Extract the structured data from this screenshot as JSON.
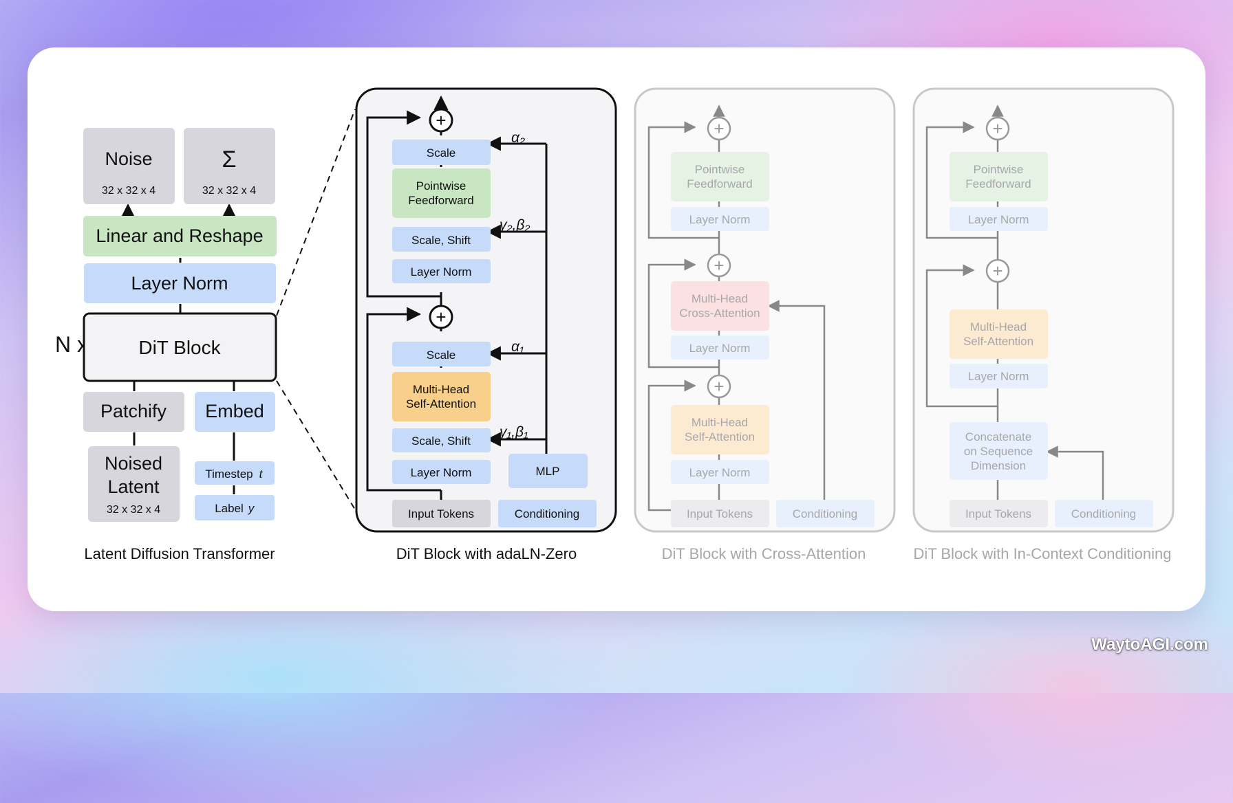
{
  "watermark": "WaytoAGI.com",
  "left_diagram": {
    "noise_label": "Noise",
    "noise_dims": "32 x 32 x 4",
    "sigma_label": "Σ",
    "sigma_dims": "32 x 32 x 4",
    "linear_reshape": "Linear and Reshape",
    "layer_norm": "Layer Norm",
    "repeat_label": "N x",
    "dit_block": "DiT Block",
    "patchify": "Patchify",
    "embed": "Embed",
    "noised_latent_line1": "Noised",
    "noised_latent_line2": "Latent",
    "noised_latent_dims": "32 x 32 x 4",
    "timestep": "Timestep",
    "timestep_var": "t",
    "label": "Label",
    "label_var": "y",
    "caption": "Latent Diffusion Transformer"
  },
  "adaln_block": {
    "scale_top": "Scale",
    "pointwise_line1": "Pointwise",
    "pointwise_line2": "Feedforward",
    "scale_shift_top": "Scale, Shift",
    "layer_norm_top": "Layer Norm",
    "scale_bottom": "Scale",
    "mhsa_line1": "Multi-Head",
    "mhsa_line2": "Self-Attention",
    "scale_shift_bottom": "Scale, Shift",
    "layer_norm_bottom": "Layer Norm",
    "mlp": "MLP",
    "input_tokens": "Input Tokens",
    "conditioning": "Conditioning",
    "alpha2": "α₂",
    "gamma2_beta2": "γ₂,β₂",
    "alpha1": "α₁",
    "gamma1_beta1": "γ₁,β₁",
    "plus": "+",
    "caption": "DiT Block with adaLN-Zero"
  },
  "cross_attention_block": {
    "pointwise_line1": "Pointwise",
    "pointwise_line2": "Feedforward",
    "layer_norm_1": "Layer Norm",
    "mhca_line1": "Multi-Head",
    "mhca_line2": "Cross-Attention",
    "layer_norm_2": "Layer Norm",
    "mhsa_line1": "Multi-Head",
    "mhsa_line2": "Self-Attention",
    "layer_norm_3": "Layer Norm",
    "input_tokens": "Input Tokens",
    "conditioning": "Conditioning",
    "plus": "+",
    "caption": "DiT Block with Cross-Attention"
  },
  "in_context_block": {
    "pointwise_line1": "Pointwise",
    "pointwise_line2": "Feedforward",
    "layer_norm_1": "Layer Norm",
    "mhsa_line1": "Multi-Head",
    "mhsa_line2": "Self-Attention",
    "layer_norm_2": "Layer Norm",
    "concat_line1": "Concatenate",
    "concat_line2": "on Sequence",
    "concat_line3": "Dimension",
    "input_tokens": "Input Tokens",
    "conditioning": "Conditioning",
    "plus": "+",
    "caption": "DiT Block with In-Context Conditioning"
  },
  "colors": {
    "gray_box": "#d6d6dc",
    "green_box": "#c9e6c3",
    "blue_box": "#c6dafa",
    "orange_box": "#f9cf8c",
    "red_box": "#f7c3c3",
    "line": "#111111"
  }
}
